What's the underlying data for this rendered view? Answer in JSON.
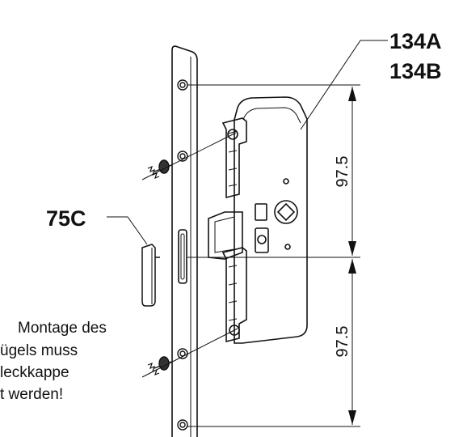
{
  "labels": {
    "part_lock": [
      "134A",
      "134B"
    ],
    "part_cap": "75C"
  },
  "dimensions": {
    "upper": "97.5",
    "lower": "97.5"
  },
  "note": {
    "lines": [
      "Montage des",
      "ügels muss",
      "leckkappe",
      "t werden!"
    ]
  },
  "colors": {
    "line": "#111111",
    "background": "#ffffff"
  }
}
